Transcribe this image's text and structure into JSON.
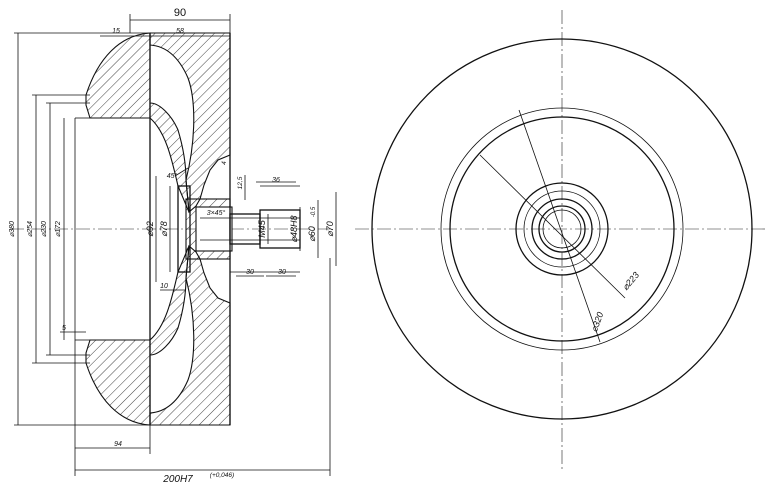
{
  "drawing": {
    "section_view": {
      "dims": {
        "overall_width": "90",
        "offset_top": "15",
        "hub_width_top": "58",
        "d380": "⌀380",
        "d254": "⌀254",
        "d230": "⌀230",
        "d172": "⌀172",
        "d92": "⌀92",
        "d78": "⌀78",
        "thread": "M45",
        "d48": "⌀48H8",
        "d60": "⌀60",
        "d60_tol": "-0.5",
        "d70": "⌀70",
        "chamfer": "3×45°",
        "angle": "45°",
        "w36": "36",
        "w12_5": "12,5",
        "r4": "4",
        "w10": "10",
        "w30a": "30",
        "w30b": "30",
        "w5": "5",
        "w94": "94",
        "bottom_main": "200H7",
        "bottom_tol": "(+0,046)"
      }
    },
    "front_view": {
      "dims": {
        "d223": "⌀223",
        "d320": "⌀320"
      }
    }
  }
}
